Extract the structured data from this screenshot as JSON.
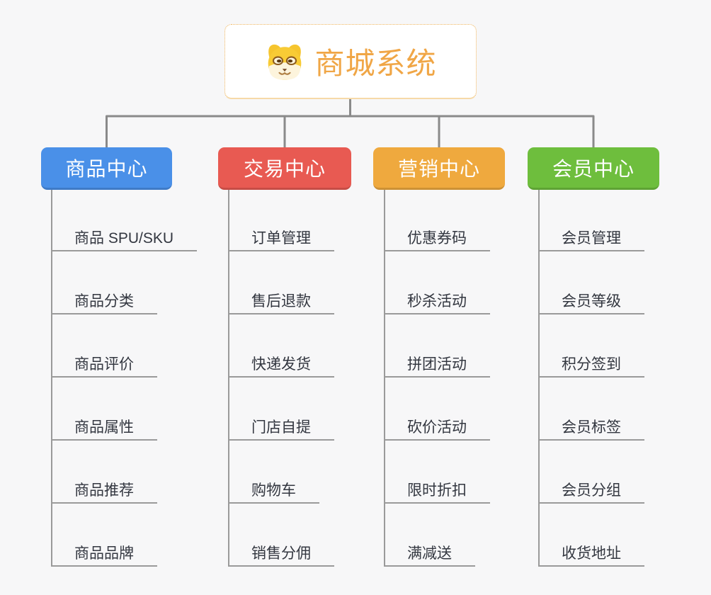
{
  "root": {
    "title": "商城系统",
    "icon": "dog-face-icon",
    "accent_color": "#f0a646"
  },
  "branches": [
    {
      "label": "商品中心",
      "color": "#4a90e8",
      "children": [
        "商品 SPU/SKU",
        "商品分类",
        "商品评价",
        "商品属性",
        "商品推荐",
        "商品品牌"
      ]
    },
    {
      "label": "交易中心",
      "color": "#e85a52",
      "children": [
        "订单管理",
        "售后退款",
        "快递发货",
        "门店自提",
        "购物车",
        "销售分佣"
      ]
    },
    {
      "label": "营销中心",
      "color": "#efa93e",
      "children": [
        "优惠券码",
        "秒杀活动",
        "拼团活动",
        "砍价活动",
        "限时折扣",
        "满减送"
      ]
    },
    {
      "label": "会员中心",
      "color": "#6ebe3d",
      "children": [
        "会员管理",
        "会员等级",
        "积分签到",
        "会员标签",
        "会员分组",
        "收货地址"
      ]
    }
  ],
  "connector_color": "#8a8a8a",
  "underline_color": "#9a9a9a"
}
